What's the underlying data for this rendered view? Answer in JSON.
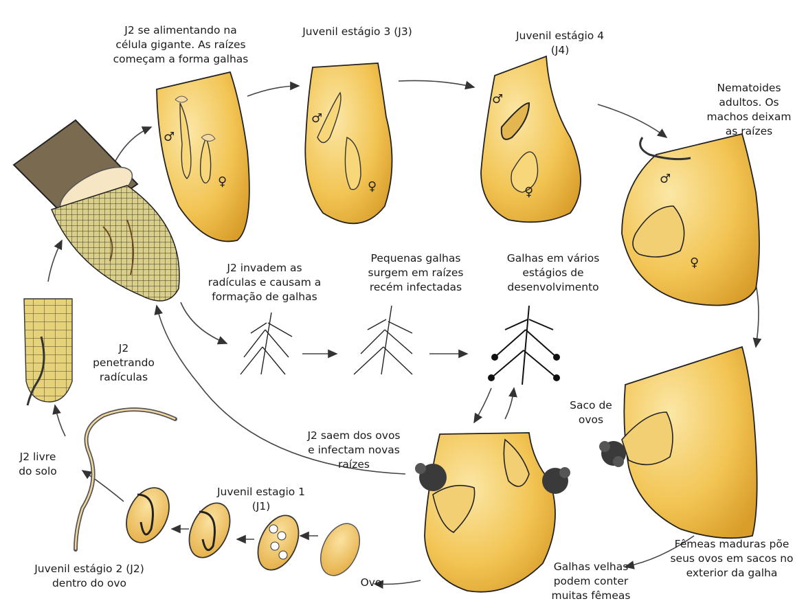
{
  "labels": {
    "j2_feeding": "J2 se alimentando na\ncélula gigante. As raízes\ncomeçam a forma galhas",
    "j3": "Juvenil estágio 3 (J3)",
    "j4": "Juvenil estágio 4\n(J4)",
    "adults": "Nematoides\nadultos. Os\nmachos deixam\nas raízes",
    "j2_invade": "J2 invadem as\nradículas e causam a\nformação de galhas",
    "small_galls": "Pequenas galhas\nsurgem em raízes\nrecém infectadas",
    "galls_stages": "Galhas em vários\nestágios de\ndesenvolvimento",
    "j2_penetrating": "J2\npenetrando\nradículas",
    "egg_sac": "Saco de\novos",
    "j2_hatch": "J2 saem dos ovos\ne infectam novas\nraízes",
    "j2_free": "J2 livre\ndo solo",
    "j1": "Juvenil estagio 1\n(J1)",
    "j2_in_egg": "Juvenil estágio 2 (J2)\ndentro do ovo",
    "egg": "Ovo",
    "old_galls": "Galhas velhas\npodem conter\nmuitas fêmeas",
    "mature_females": "Fêmeas maduras põe\nseus ovos em sacos no\nexterior da galha"
  },
  "symbols": {
    "male": "♂",
    "female": "♀"
  },
  "colors": {
    "gall_fill": "#f2c24e",
    "gall_light": "#fbe6a0",
    "outline": "#2a2a2a",
    "egg_sac": "#3a3a3a"
  }
}
